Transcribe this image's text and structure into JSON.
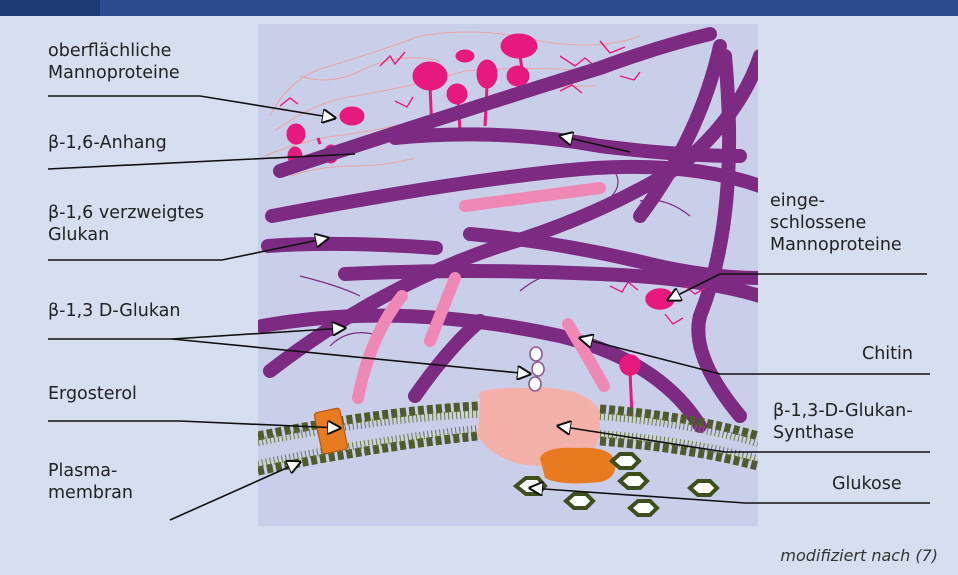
{
  "labels": {
    "mannoproteins_surface": [
      "oberflächliche",
      "Mannoproteine"
    ],
    "b16_anhang": "β-1,6-Anhang",
    "b16_glukan": [
      "β-1,6 verzweigtes",
      "Glukan"
    ],
    "b13_glukan": "β-1,3 D-Glukan",
    "ergosterol": "Ergosterol",
    "plasmamembran": [
      "Plasma-",
      "membran"
    ],
    "mannoproteins_enclosed": [
      "einge-",
      "schlossene",
      "Mannoproteine"
    ],
    "chitin": "Chitin",
    "synthase": [
      "β-1,3-D-Glukan-",
      "Synthase"
    ],
    "glukose": "Glukose"
  },
  "credit": "modifiziert nach (7)",
  "colors": {
    "glucan": "#7d2a82",
    "mannoprotein": "#e6197e",
    "chitin": "#ef88b4",
    "synthase": "#f4b1a9",
    "ergosterol": "#e87a1f",
    "membrane": "#4f5b2d",
    "glucose": "#3e4f1d"
  }
}
